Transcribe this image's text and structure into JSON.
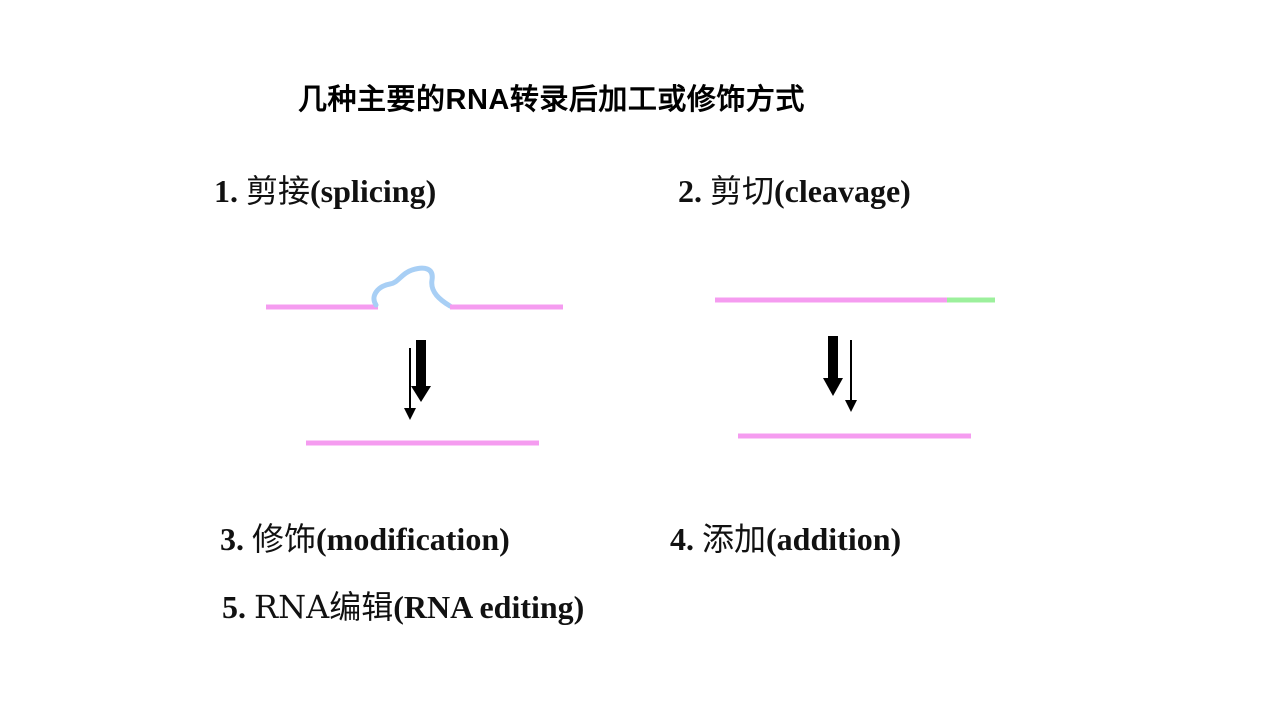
{
  "title": "几种主要的RNA转录后加工或修饰方式",
  "items": [
    {
      "num": "1.",
      "cn": "剪接",
      "en": "(splicing)"
    },
    {
      "num": "2.",
      "cn": "剪切",
      "en": "(cleavage)"
    },
    {
      "num": "3.",
      "cn": "修饰",
      "en": "(modification)"
    },
    {
      "num": "4.",
      "cn": "添加",
      "en": "(addition)"
    },
    {
      "num": "5.",
      "cn": "RNA编辑",
      "en": "(RNA editing)"
    }
  ],
  "colors": {
    "rna": "#f59cf0",
    "intron": "#a8cff5",
    "cleaved": "#9cf09c",
    "arrow": "#000000"
  }
}
